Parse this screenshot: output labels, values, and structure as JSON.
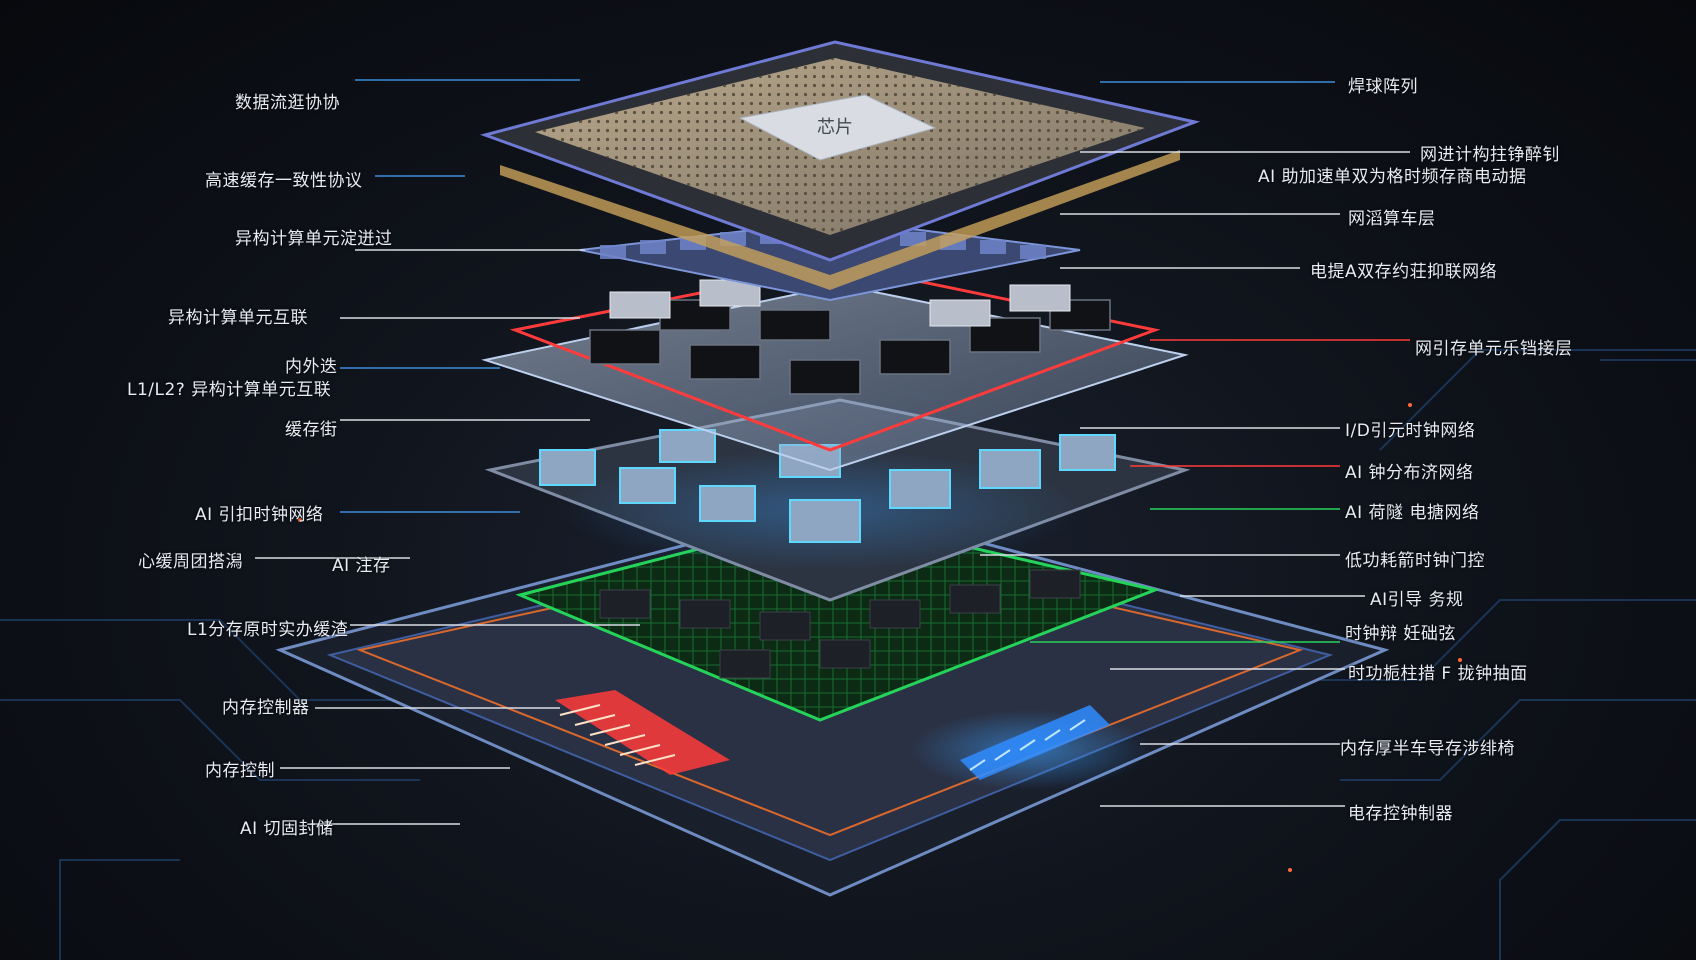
{
  "labels_left": [
    {
      "id": "l1",
      "text": "数据流逛协协"
    },
    {
      "id": "l2",
      "text": "高速缓存一致性协议"
    },
    {
      "id": "l3",
      "text": "异构计算单元淀迸过"
    },
    {
      "id": "l4",
      "text": "异构计算单元互联"
    },
    {
      "id": "l5a",
      "text": "内外迭"
    },
    {
      "id": "l5b",
      "text": "L1/L2? 异构计算单元互联"
    },
    {
      "id": "l6",
      "text": "缓存街"
    },
    {
      "id": "l7",
      "text": "AI 引扣时钟网络"
    },
    {
      "id": "l8a",
      "text": "心缓周团搭潟"
    },
    {
      "id": "l8b",
      "text": "AI 注存"
    },
    {
      "id": "l9",
      "text": "L1分存原时实办缓渣"
    },
    {
      "id": "l10",
      "text": "内存控制器"
    },
    {
      "id": "l11",
      "text": "内存控制"
    },
    {
      "id": "l12",
      "text": "AI 切固封储"
    }
  ],
  "labels_right": [
    {
      "id": "r1",
      "text": "焊球阵列"
    },
    {
      "id": "r2a",
      "text": "网进计构拄铮醉钊"
    },
    {
      "id": "r2b",
      "text": "AI 助加速单双为格时频存商电动据"
    },
    {
      "id": "r3",
      "text": "网滔算车层"
    },
    {
      "id": "r4",
      "text": "电提A双存约荘抑联网络"
    },
    {
      "id": "r5",
      "text": "网引存单元乐铛接层"
    },
    {
      "id": "r6",
      "text": "I/D引元时钟网络"
    },
    {
      "id": "r7",
      "text": "AI 钟分布济网络"
    },
    {
      "id": "r8",
      "text": "AI 荷隧  电搪网络"
    },
    {
      "id": "r9",
      "text": "低功耗箭时钟门控"
    },
    {
      "id": "r10",
      "text": "AI引导 务规"
    },
    {
      "id": "r11",
      "text": "时钟辩  妊础弦"
    },
    {
      "id": "r12",
      "text": "时功栀柱措  F 拢钟抽面"
    },
    {
      "id": "r13",
      "text": "内存厚半车导存涉绯椅"
    },
    {
      "id": "r14",
      "text": "电存控钟制器"
    }
  ],
  "chip": {
    "die_label": "芯片",
    "colors": {
      "red_accent": "#ff3b3b",
      "blue_accent": "#2f8cff",
      "green_accent": "#25d35a",
      "cyan_glow": "#5fd8ff",
      "gold_pins": "#c9a25a"
    }
  }
}
